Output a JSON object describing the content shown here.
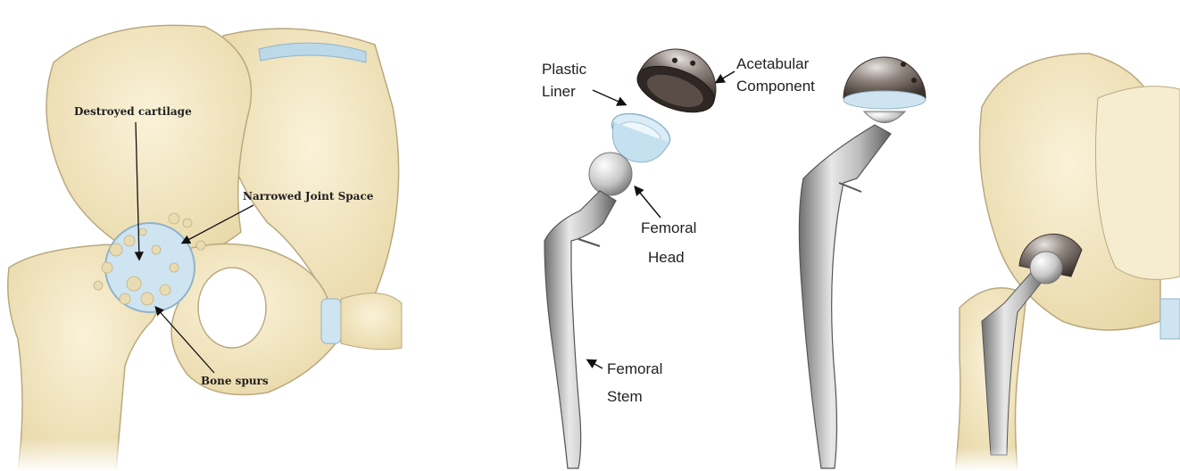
{
  "panels": [
    {
      "id": "arthritic-hip",
      "labels": {
        "destroyed_cartilage": "Destroyed cartilage",
        "narrowed_joint_space": "Narrowed Joint Space",
        "bone_spurs": "Bone spurs"
      }
    },
    {
      "id": "implant-components",
      "labels": {
        "plastic_liner_1": "Plastic",
        "plastic_liner_2": "Liner",
        "acetabular_1": "Acetabular",
        "acetabular_2": "Component",
        "femoral_head_1": "Femoral",
        "femoral_head_2": "Head",
        "femoral_stem_1": "Femoral",
        "femoral_stem_2": "Stem"
      }
    },
    {
      "id": "assembled-implant"
    },
    {
      "id": "implanted-hip"
    }
  ],
  "colors": {
    "bone": "#f3e7c5",
    "bone_shadow": "#dccb9c",
    "bone_outline": "#b9a97f",
    "cartilage": "#bcd9ea",
    "metal_light": "#e4e4e4",
    "metal_dark": "#7b7b7b",
    "cup_dark": "#4a3f3a",
    "liner": "#d9ecf7"
  }
}
